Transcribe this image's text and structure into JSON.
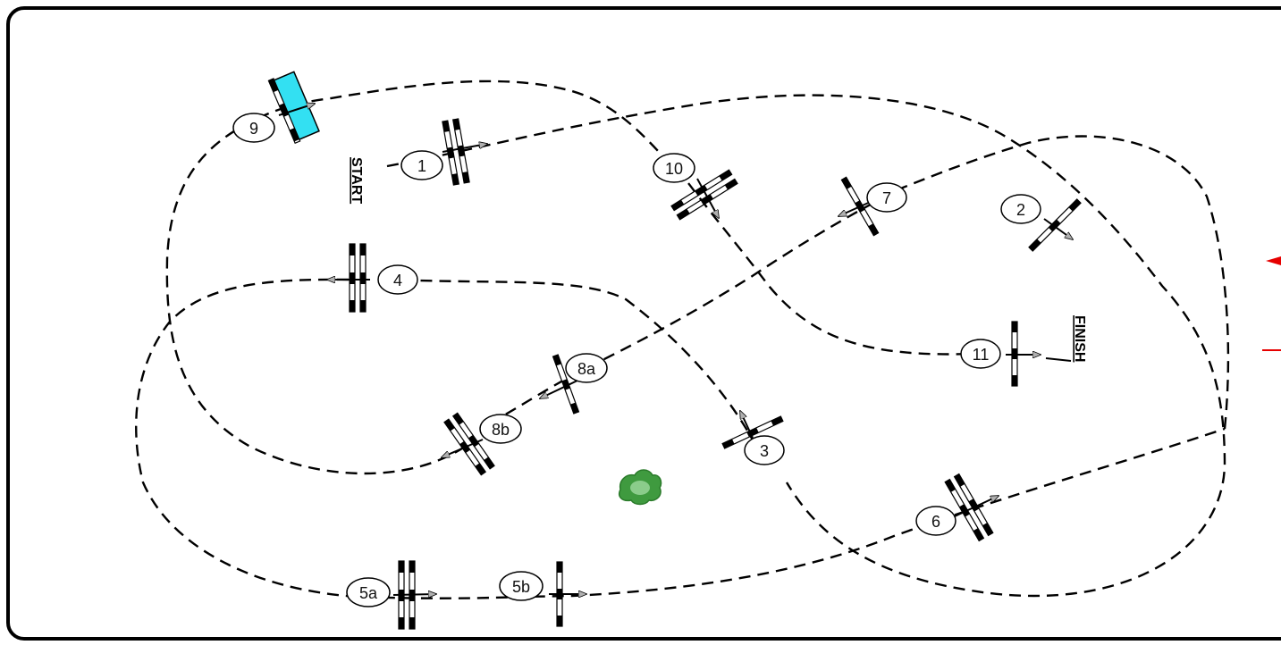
{
  "course": {
    "start_label": "START",
    "finish_label": "FINISH",
    "colors": {
      "frame": "#000000",
      "track": "#000000",
      "water": "#33e0f2",
      "tree": "#3f9a3f",
      "marker": "#e60000",
      "arrow": "#b0b0b0"
    },
    "obstacles": [
      {
        "id": "o1",
        "number": "1",
        "type": "oxer"
      },
      {
        "id": "o2",
        "number": "2",
        "type": "vertical"
      },
      {
        "id": "o3",
        "number": "3",
        "type": "vertical"
      },
      {
        "id": "o4",
        "number": "4",
        "type": "oxer"
      },
      {
        "id": "o5a",
        "number": "5a",
        "type": "oxer"
      },
      {
        "id": "o5b",
        "number": "5b",
        "type": "vertical"
      },
      {
        "id": "o6",
        "number": "6",
        "type": "oxer"
      },
      {
        "id": "o7",
        "number": "7",
        "type": "vertical"
      },
      {
        "id": "o8a",
        "number": "8a",
        "type": "vertical"
      },
      {
        "id": "o8b",
        "number": "8b",
        "type": "oxer"
      },
      {
        "id": "o9",
        "number": "9",
        "type": "water"
      },
      {
        "id": "o10",
        "number": "10",
        "type": "oxer"
      },
      {
        "id": "o11",
        "number": "11",
        "type": "vertical"
      }
    ],
    "decorations": [
      {
        "id": "tree",
        "icon": "tree-icon"
      },
      {
        "id": "edge-marker",
        "icon": "red-arrow-marker"
      }
    ]
  }
}
